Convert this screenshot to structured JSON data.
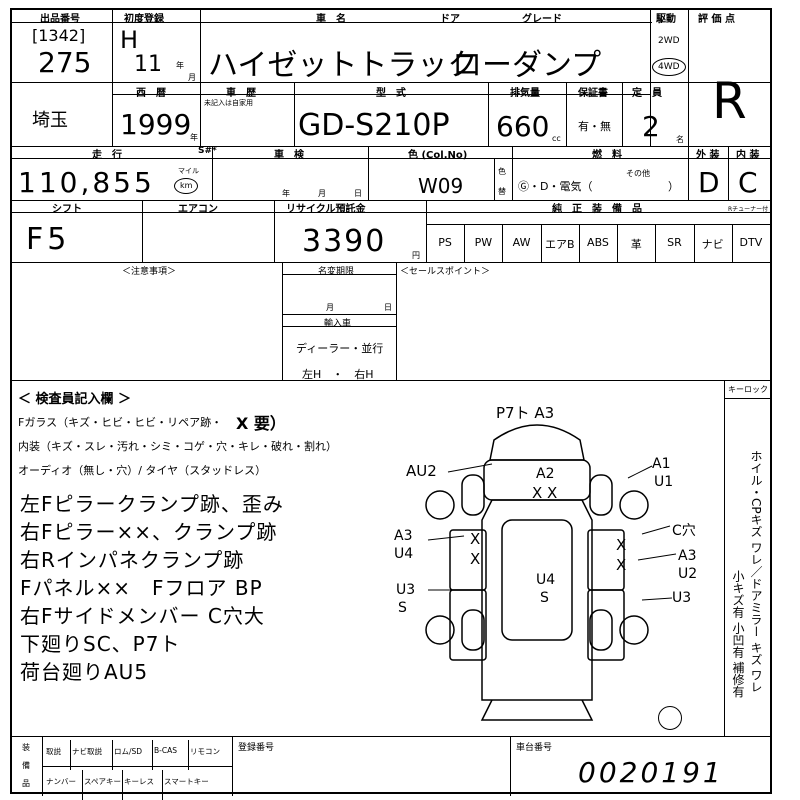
{
  "header": {
    "lot_label": "出品番号",
    "first_reg_label": "初度登録",
    "model_label": "車　名",
    "door_label": "ドア",
    "grade_label": "グレード",
    "drive_label": "駆動",
    "score_label": "評 価 点",
    "year_unit": "年",
    "month_unit": "月"
  },
  "lot": {
    "code": "[1342]",
    "number": "275"
  },
  "first_reg": {
    "era": "H",
    "year": "11"
  },
  "vehicle": {
    "name": "ハイゼットトラック",
    "grade": "ローダンプ"
  },
  "drive": {
    "opt1": "2WD",
    "opt2": "4WD"
  },
  "score": "R",
  "row2": {
    "region_label": "",
    "region": "埼玉",
    "western_label": "西　暦",
    "western_year": "1999",
    "history_label": "車　歴",
    "history_sub": "未記入は自家用",
    "model_code_label": "型　式",
    "model_code": "GD-S210P",
    "displacement_label": "排気量",
    "displacement": "660",
    "displacement_unit": "cc",
    "warranty_label": "保証書",
    "warranty_opts": "有・無",
    "capacity_label": "定　員",
    "capacity": "2",
    "capacity_unit": "名"
  },
  "row3": {
    "mileage_label": "走　行",
    "smeter_label": "S#*",
    "mileage": "110,855",
    "mile_unit_top": "マイル",
    "mile_unit": "km",
    "inspection_label": "車　検",
    "inspection_year": "年",
    "inspection_month": "月",
    "inspection_day": "日",
    "color_label": "色 (Col.No)",
    "color_code": "W09",
    "color_side1": "色",
    "color_side2": "替",
    "fuel_label": "燃　料",
    "fuel_opts": "Ⓖ・D・電気（",
    "fuel_other": "その他",
    "fuel_close": "）",
    "exterior_label": "外 装",
    "exterior": "D",
    "interior_label": "内 装",
    "interior": "C"
  },
  "row4": {
    "shift_label": "シフト",
    "shift": "F5",
    "ac_label": "エアコン",
    "recycle_label": "リサイクル預託金",
    "recycle": "3390",
    "recycle_unit": "円",
    "equipment_label": "純　正　装　備　品",
    "tuner_label": "Rチューナー付",
    "equipment": [
      "PS",
      "PW",
      "AW",
      "エアB",
      "ABS",
      "革",
      "SR",
      "ナビ",
      "DTV"
    ]
  },
  "row5": {
    "notes_label": "＜注意事項＞",
    "name_change_label": "名変期限",
    "name_change_month": "月",
    "name_change_day": "日",
    "import_label": "輸入車",
    "import_type": "ディーラー・並行",
    "import_side": "左H　・　右H",
    "sales_label": "＜セールスポイント＞"
  },
  "inspector": {
    "title": "＜ 検査員記入欄 ＞",
    "line1": "Fガラス（キズ・ヒビ・ヒビ・リペア跡・",
    "line1_mark": "X 要）",
    "line2": "内装（キズ・スレ・汚れ・シミ・コゲ・穴・キレ・破れ・割れ）",
    "line3": "オーディオ（無し・穴）/ タイヤ（スタッドレス）",
    "remarks": [
      "左Fピラークランプ跡、歪み",
      "右Fピラー××、クランプ跡",
      "右Rインパネクランプ跡",
      "Fパネル××　Fフロア BP",
      "右Fサイドメンバー C穴大",
      "下廻りSC、P7ト",
      "荷台廻りAU5"
    ]
  },
  "diagram": {
    "marks": {
      "top_front": "P7ト A3",
      "left_front": "AU2",
      "right_front_a": "A1",
      "right_front_u": "U1",
      "roof": "A2",
      "roof_x": "X X",
      "left_mid_a": "A3",
      "left_mid_u": "U4",
      "left_x1": "X",
      "left_x2": "X",
      "right_c": "C穴",
      "right_a": "A3",
      "right_u": "U2",
      "right_x1": "X",
      "right_x2": "X",
      "left_rear": "U3",
      "left_rear_s": "S",
      "center_u": "U4",
      "center_s": "S",
      "right_rear": "U3"
    }
  },
  "keylock_label": "キーロック",
  "vertical_notes": {
    "col1": "ホイル・CPキズ ワレ／ドアミラー キズ ワレ",
    "col2": "小キズ有 小凹有 補修有"
  },
  "footer": {
    "side1": "装",
    "side2": "備",
    "side3": "品",
    "items_row1": [
      "取説",
      "ナビ取説",
      "ロム/SD",
      "B-CAS",
      "リモコン"
    ],
    "items_row2": [
      "ナンバー",
      "スペアキー",
      "キーレス",
      "スマートキー"
    ],
    "reg_number_label": "登録番号",
    "chassis_label": "車台番号",
    "chassis": "0020191"
  }
}
